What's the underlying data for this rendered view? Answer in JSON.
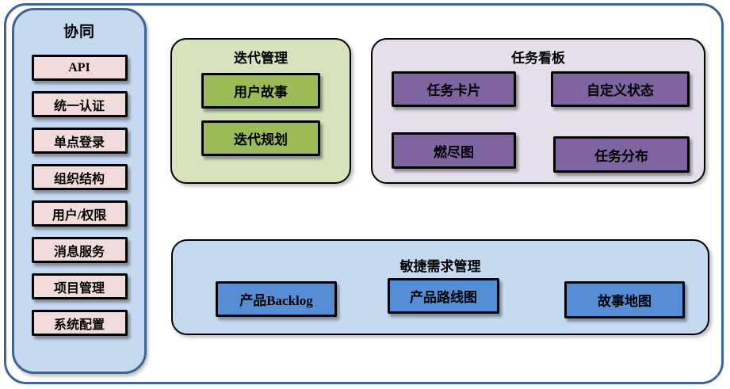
{
  "colors": {
    "frame-border": "#3d6497",
    "panel-blue": "#c5d9f1",
    "panel-green": "#d6e3bc",
    "panel-lavender": "#e5dfec",
    "item-pink": "#f2dcdb",
    "item-green": "#9bbb59",
    "item-purple": "#8064a2",
    "item-blue": "#558ed5",
    "node-border": "#000000"
  },
  "sidebar": {
    "title": "协同",
    "items": [
      "API",
      "统一认证",
      "单点登录",
      "组织结构",
      "用户/权限",
      "消息服务",
      "项目管理",
      "系统配置"
    ]
  },
  "groups": [
    {
      "title": "迭代管理",
      "items": [
        "用户故事",
        "迭代规划"
      ]
    },
    {
      "title": "任务看板",
      "items": [
        "任务卡片",
        "自定义状态",
        "燃尽图",
        "任务分布"
      ]
    },
    {
      "title": "敏捷需求管理",
      "items": [
        "产品Backlog",
        "产品路线图",
        "故事地图"
      ]
    }
  ]
}
